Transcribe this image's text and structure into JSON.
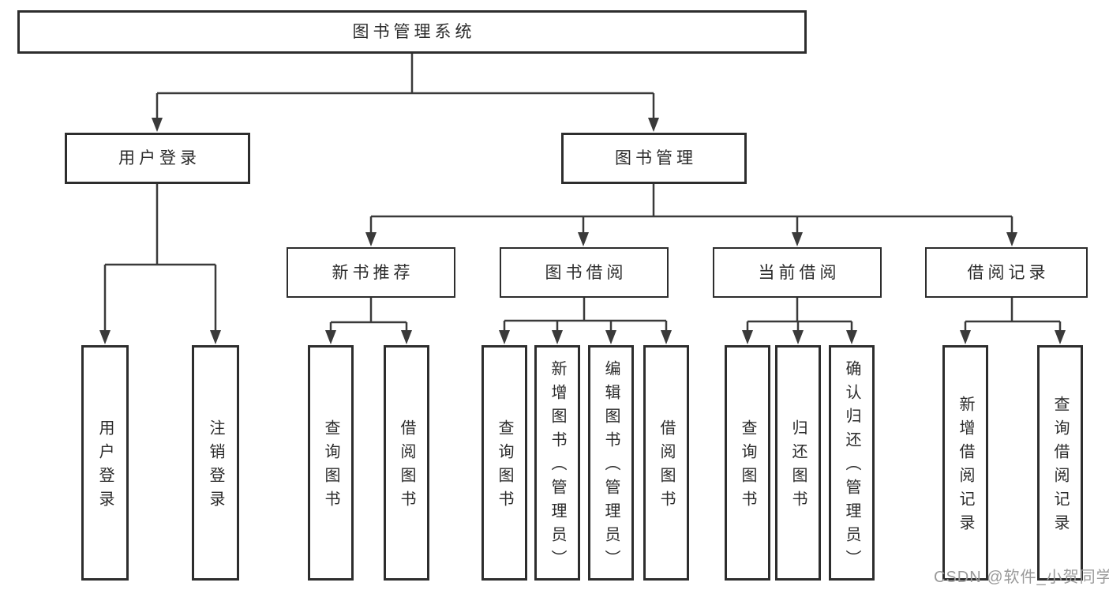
{
  "nodes": {
    "root": "图书管理系统",
    "user_login": "用户登录",
    "book_mgmt": "图书管理",
    "new_book_rec": "新书推荐",
    "book_borrow": "图书借阅",
    "current_borrow": "当前借阅",
    "borrow_records": "借阅记录",
    "leaf_user_login": "用户登录",
    "leaf_logout_login": "注销登录",
    "leaf_query_book_a": "查询图书",
    "leaf_borrow_book_a": "借阅图书",
    "leaf_query_book_b": "查询图书",
    "leaf_add_book_admin": "新增图书（管理员）",
    "leaf_edit_book_admin": "编辑图书（管理员）",
    "leaf_borrow_book_b": "借阅图书",
    "leaf_query_book_c": "查询图书",
    "leaf_return_book": "归还图书",
    "leaf_confirm_return_admin": "确认归还（管理员）",
    "leaf_add_borrow_record": "新增借阅记录",
    "leaf_query_borrow_record": "查询借阅记录"
  },
  "watermark": "CSDN @软件_小贺同学",
  "colors": {
    "line": "#3a3a3a",
    "box_border": "#2d2d2d",
    "text": "#2b2b2b",
    "watermark": "#9a9a9a",
    "background": "#ffffff"
  }
}
